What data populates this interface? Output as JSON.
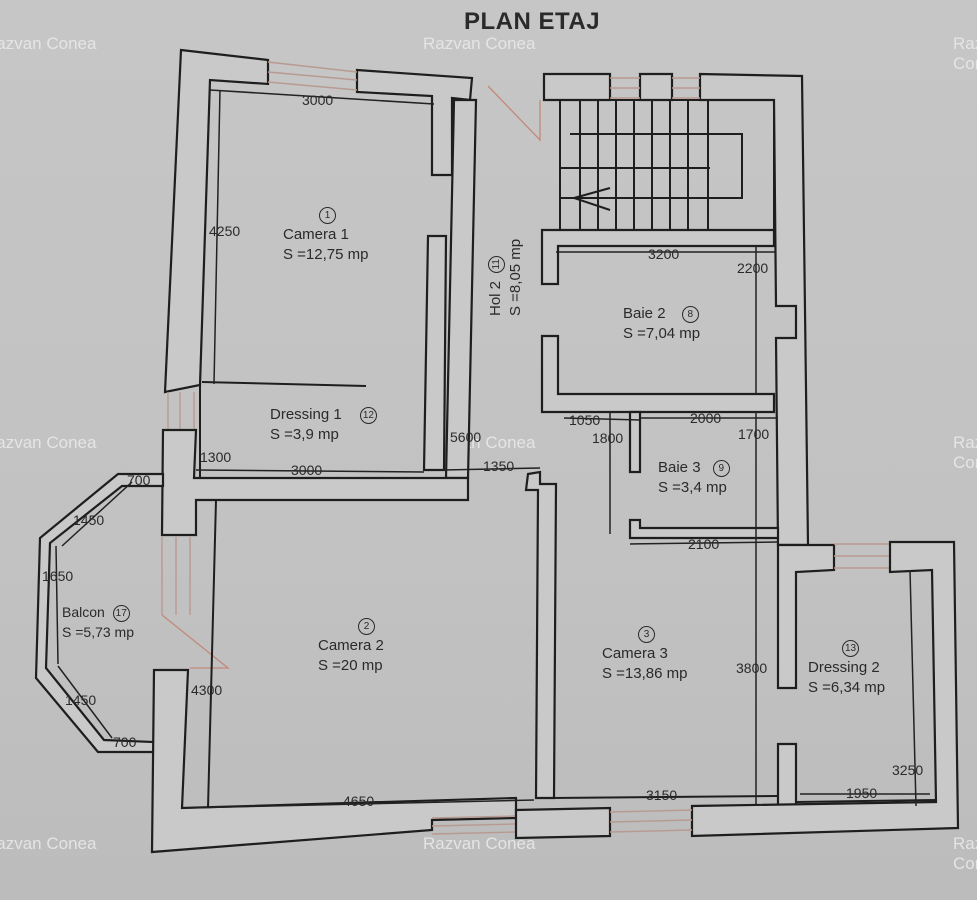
{
  "title": "PLAN ETAJ",
  "watermark": "Razvan Conea",
  "rooms": {
    "camera1": {
      "number": "1",
      "name": "Camera 1",
      "area": "S =12,75 mp"
    },
    "camera2": {
      "number": "2",
      "name": "Camera 2",
      "area": "S =20 mp"
    },
    "camera3": {
      "number": "3",
      "name": "Camera 3",
      "area": "S =13,86 mp"
    },
    "baie2": {
      "number": "8",
      "name": "Baie 2",
      "area": "S =7,04 mp"
    },
    "baie3": {
      "number": "9",
      "name": "Baie 3",
      "area": "S =3,4 mp"
    },
    "hol2": {
      "number": "11",
      "name": "Hol 2",
      "area": "S =8,05 mp"
    },
    "dressing1": {
      "number": "12",
      "name": "Dressing  1",
      "area": "S =3,9 mp"
    },
    "dressing2": {
      "number": "13",
      "name": "Dressing  2",
      "area": "S =6,34 mp"
    },
    "balcon": {
      "number": "17",
      "name": "Balcon",
      "area": "S =5,73 mp"
    }
  },
  "dimensions": {
    "camera1_width": "3000",
    "camera1_height": "4250",
    "baie2_width": "3200",
    "baie2_height": "2200",
    "dressing1_offset": "1300",
    "dressing1_width": "3000",
    "hol_length": "5600",
    "hol_width": "1350",
    "baie3_offset": "1050",
    "baie3_width": "2000",
    "baie3_side": "1800",
    "baie3_height": "1700",
    "baie3_bottom": "2100",
    "balcon_top": "700",
    "balcon_diag_top": "1450",
    "balcon_side": "1650",
    "balcon_diag_bottom": "1450",
    "balcon_bottom": "700",
    "camera2_height": "4300",
    "camera2_width": "4650",
    "camera3_height": "3800",
    "camera3_width": "3150",
    "dressing2_width": "1950",
    "dressing2_height": "3250"
  }
}
